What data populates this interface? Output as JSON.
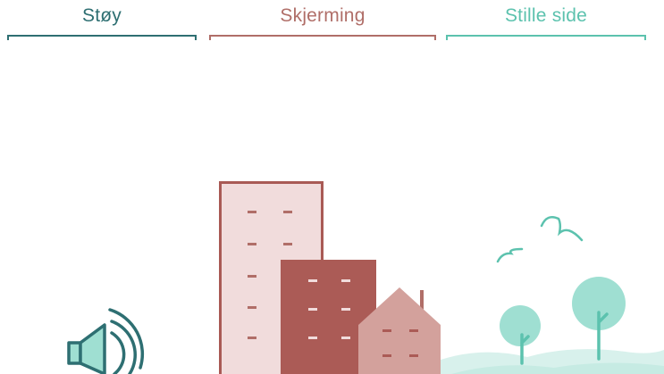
{
  "headers": {
    "noise": {
      "label": "Støy"
    },
    "shielding": {
      "label": "Skjerming"
    },
    "quiet_side": {
      "label": "Stille side"
    }
  },
  "colors": {
    "noise": "#2e6f72",
    "shielding": "#b06e68",
    "quiet_side": "#5cc2ae",
    "tall_building_fill": "#f1dcdc",
    "tall_building_stroke": "#a95a55",
    "mid_building": "#ab5b56",
    "house": "#d3a19c",
    "tree": "#9fdfd2",
    "ground": "#d8f1ec"
  },
  "icons": {
    "speaker": "speaker-icon",
    "birds": "bird-icon",
    "trees": "tree-icon"
  }
}
